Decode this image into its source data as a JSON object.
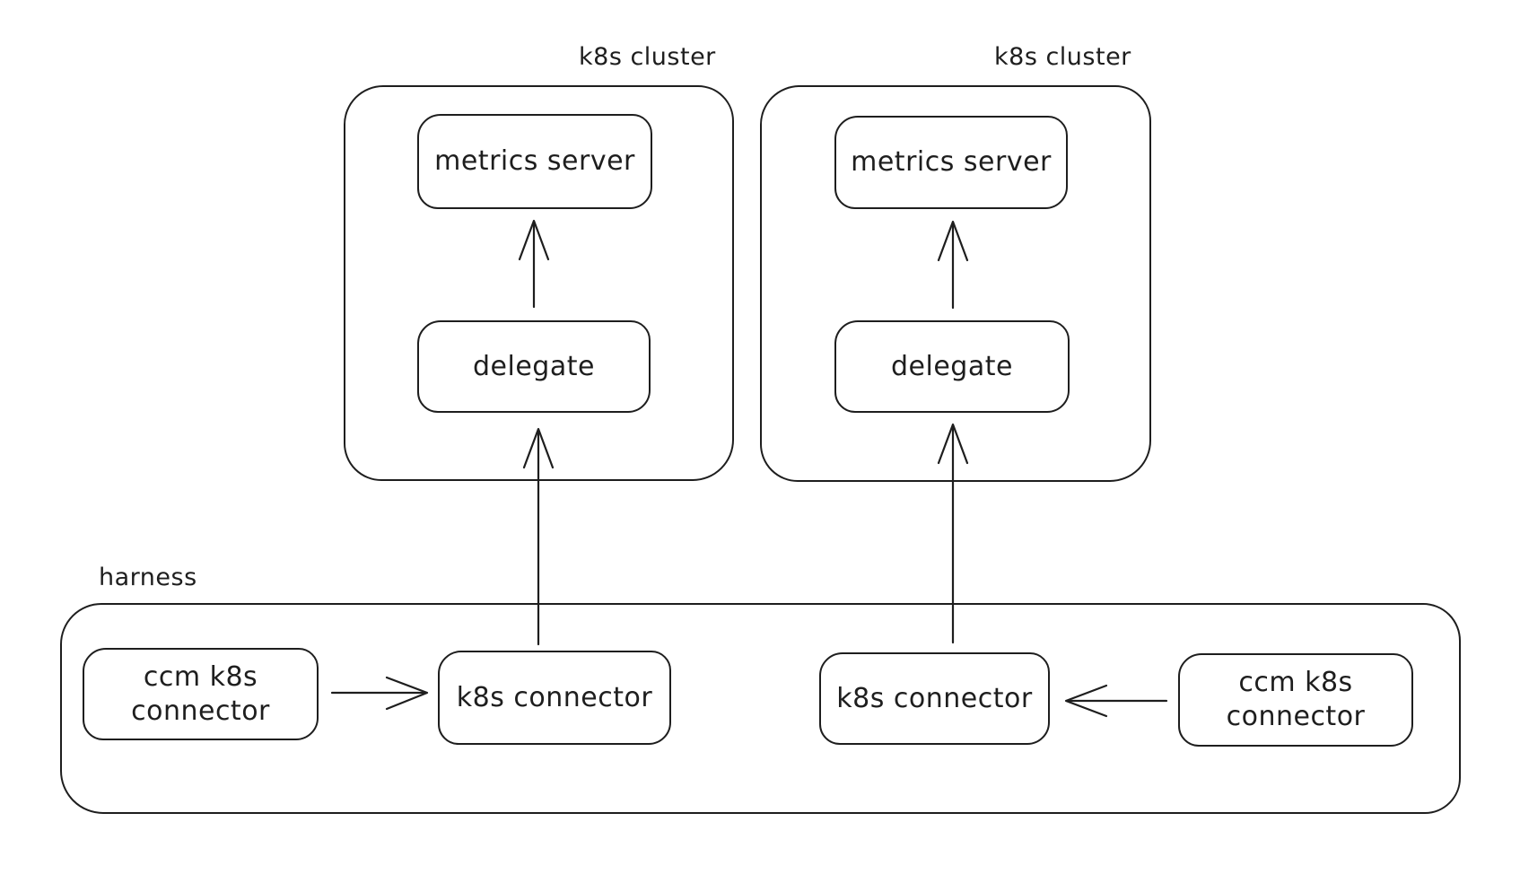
{
  "diagram": {
    "clusters": [
      {
        "label": "k8s cluster",
        "metrics_server": "metrics server",
        "delegate": "delegate"
      },
      {
        "label": "k8s cluster",
        "metrics_server": "metrics server",
        "delegate": "delegate"
      }
    ],
    "harness": {
      "label": "harness",
      "left_ccm_connector": {
        "line1": "ccm k8s",
        "line2": "connector"
      },
      "left_k8s_connector": "k8s connector",
      "right_k8s_connector": "k8s connector",
      "right_ccm_connector": {
        "line1": "ccm k8s",
        "line2": "connector"
      }
    },
    "colors": {
      "stroke": "#1e1e1e",
      "background": "#ffffff"
    }
  }
}
